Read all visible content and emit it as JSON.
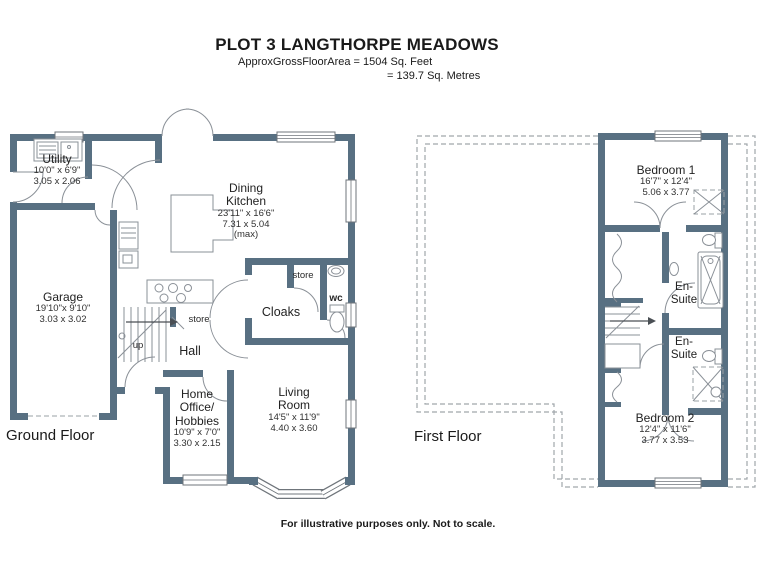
{
  "header": {
    "title": "PLOT 3 LANGTHORPE MEADOWS",
    "area_line1": "ApproxGrossFloorArea = 1504 Sq. Feet",
    "area_line2": "= 139.7 Sq. Metres"
  },
  "colors": {
    "wall": "#587082",
    "fixture_line": "#8a9097",
    "dashed_line": "#a0a6ab"
  },
  "floors": {
    "ground": {
      "label": "Ground Floor",
      "rooms": {
        "utility": {
          "name": "Utility",
          "imperial": "10'0\" x 6'9\"",
          "metric": "3.05 x 2.06"
        },
        "garage": {
          "name": "Garage",
          "imperial": "19'10\"x 9'10\"",
          "metric": "3.03 x 3.02"
        },
        "dining_kitchen": {
          "name_line1": "Dining",
          "name_line2": "Kitchen",
          "imperial": "23'11\" x 16'6\"",
          "metric": "7.31 x 5.04",
          "note": "(max)"
        },
        "cloaks": {
          "name": "Cloaks"
        },
        "wc": {
          "name": "wc"
        },
        "store_top": {
          "name": "store"
        },
        "store_stairs": {
          "name": "store"
        },
        "hall": {
          "name": "Hall"
        },
        "up": {
          "name": "up"
        },
        "home_office": {
          "name_line1": "Home",
          "name_line2": "Office/",
          "name_line3": "Hobbies",
          "imperial": "10'9\" x 7'0\"",
          "metric": "3.30 x 2.15"
        },
        "living_room": {
          "name_line1": "Living",
          "name_line2": "Room",
          "imperial": "14'5\" x 11'9\"",
          "metric": "4.40 x 3.60"
        }
      }
    },
    "first": {
      "label": "First Floor",
      "rooms": {
        "bedroom1": {
          "name": "Bedroom 1",
          "imperial": "16'7\" x 12'4\"",
          "metric": "5.06 x 3.77"
        },
        "ensuite1": {
          "name_line1": "En-",
          "name_line2": "Suite"
        },
        "ensuite2": {
          "name_line1": "En-",
          "name_line2": "Suite"
        },
        "bedroom2": {
          "name": "Bedroom 2",
          "imperial": "12'4\" x 11'6\"",
          "metric": "3.77 x 3.53"
        }
      }
    }
  },
  "footer": {
    "disclaimer": "For illustrative purposes only. Not to scale."
  }
}
